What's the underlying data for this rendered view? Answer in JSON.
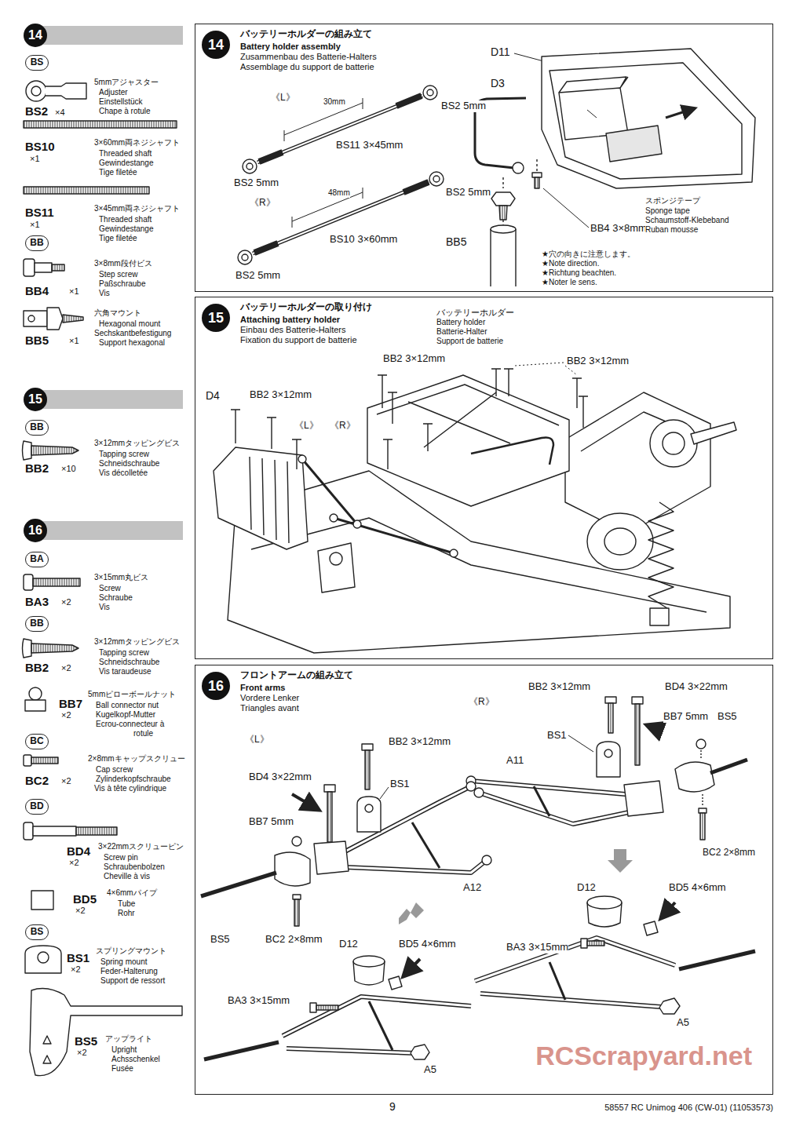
{
  "diagram": {
    "nodes": [
      {
        "text": [
          "バッテリーホルダーの組み立て",
          "Battery holder assembly",
          "Zusammenbau des Batterie-Halters",
          "Assemblage du support de batterie"
        ]
      },
      {
        "text": [
          "14"
        ],
        "in": 0
      },
      {
        "text": [
          "バッテリーホルダーの取り付け",
          "Attaching battery holder",
          "Einbau des Batterie-Halters",
          "Fixation du support de batterie"
        ]
      },
      {
        "text": [
          "15"
        ],
        "in": 2
      },
      {
        "text": [
          "フロントアームの組み立て",
          "Front arms",
          "Vordere Lenker",
          "Triangles avant"
        ]
      },
      {
        "text": [
          "16"
        ],
        "in": 4
      },
      {
        "text": [
          "14"
        ]
      },
      {
        "text": [
          "BS"
        ]
      },
      {
        "text": [
          "BB"
        ]
      },
      {
        "text": [
          "15"
        ]
      },
      {
        "text": [
          "BB"
        ]
      },
      {
        "text": [
          "16"
        ]
      },
      {
        "text": [
          "BA"
        ]
      },
      {
        "text": [
          "BB"
        ]
      },
      {
        "text": [
          "BC"
        ]
      },
      {
        "text": [
          "BD"
        ]
      },
      {
        "text": [
          "BS"
        ]
      }
    ],
    "labels": [
      "BS2",
      "×4",
      "5mmアジャスター",
      "Adjuster",
      "Einstellstück",
      "Chape à rotule",
      "BS10",
      "×1",
      "3×60mm両ネジシャフト",
      "Threaded shaft",
      "Gewindestange",
      "Tige filetée",
      "BS11",
      "×1",
      "3×45mm両ネジシャフト",
      "Threaded shaft",
      "Gewindestange",
      "Tige filetée",
      "BB4",
      "×1",
      "3×8mm段付ビス",
      "Step screw",
      "Paßschraube",
      "Vis",
      "BB5",
      "×1",
      "六角マウント",
      "Hexagonal mount",
      "Sechskantbefestigung",
      "Support hexagonal",
      "BB2",
      "×10",
      "3×12mmタッピングビス",
      "Tapping screw",
      "Schneidschraube",
      "Vis décolletée",
      "BA3",
      "×2",
      "3×15mm丸ビス",
      "Screw",
      "Schraube",
      "Vis",
      "BB2",
      "×2",
      "3×12mmタッピングビス",
      "Tapping screw",
      "Schneidschraube",
      "Vis taraudeuse",
      "BB7",
      "×2",
      "5mmピローボールナット",
      "Ball connector nut",
      "Kugelkopf-Mutter",
      "Ecrou-connecteur à",
      "rotule",
      "BC2",
      "×2",
      "2×8mmキャップスクリュー",
      "Cap screw",
      "Zylinderkopfschraube",
      "Vis à tête cylindrique",
      "BD4",
      "×2",
      "3×22mmスクリューピン",
      "Screw pin",
      "Schraubenbolzen",
      "Cheville à vis",
      "BD5",
      "×2",
      "4×6mmパイプ",
      "Tube",
      "Rohr",
      "BS1",
      "×2",
      "スプリングマウント",
      "Spring mount",
      "Feder-Halterung",
      "Support de ressort",
      "BS5",
      "×2",
      "アップライト",
      "Upright",
      "Achsschenkel",
      "Fusée",
      "D11",
      "D3",
      "《L》",
      "30mm",
      "BS2 5mm",
      "BS11 3×45mm",
      "BS2 5mm",
      "《R》",
      "48mm",
      "BS2 5mm",
      "BS10 3×60mm",
      "BS2 5mm",
      "BB5",
      "BB4 3×8mm",
      "スポンジテープ",
      "Sponge tape",
      "Schaumstoff-Klebeband",
      "Ruban mousse",
      "★穴の向きに注意します。",
      "★Note direction.",
      "★Richtung beachten.",
      "★Noter le sens.",
      "バッテリーホルダー",
      "Battery holder",
      "Batterie-Halter",
      "Support de batterie",
      "BB2 3×12mm",
      "BB2 3×12mm",
      "D4",
      "BB2 3×12mm",
      "《L》",
      "《R》",
      "《R》",
      "BB2 3×12mm",
      "BD4 3×22mm",
      "BS1",
      "BB7 5mm",
      "BS5",
      "A11",
      "《L》",
      "BB2 3×12mm",
      "BD4 3×22mm",
      "BS1",
      "BB7 5mm",
      "A12",
      "BS5",
      "BC2 2×8mm",
      "BC2 2×8mm",
      "D12",
      "BD5 4×6mm",
      "BA3 3×15mm",
      "A5",
      "D12",
      "BD5 4×6mm",
      "BA3 3×15mm",
      "A5",
      "9",
      "58557 RC Unimog 406 (CW-01) (11053573)",
      "RCScrapyard.net"
    ]
  }
}
